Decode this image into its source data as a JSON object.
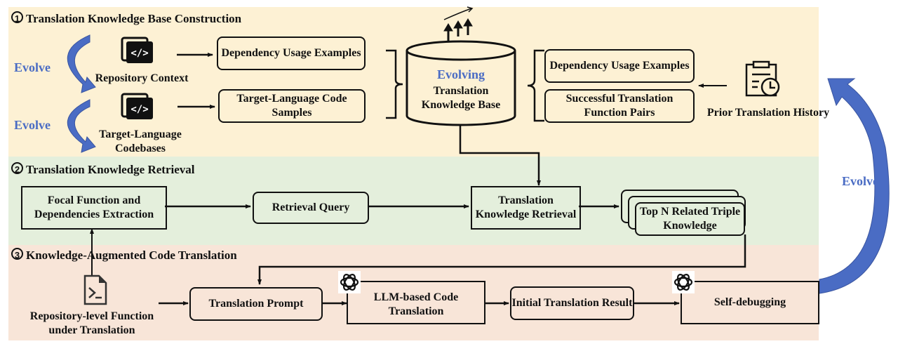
{
  "sections": [
    {
      "number": "1",
      "title": "Translation Knowledge Base Construction",
      "color": "#fdf1d4"
    },
    {
      "number": "2",
      "title": "Translation Knowledge Retrieval",
      "color": "#e4efdc"
    },
    {
      "number": "3",
      "title": "Knowledge-Augmented Code Translation",
      "color": "#f8e5d8"
    }
  ],
  "construction": {
    "evolve_label_1": "Evolve",
    "evolve_label_2": "Evolve",
    "repo_context_label": "Repository Context",
    "target_codebases_label": "Target-Language Codebases",
    "dep_usage_box": "Dependency Usage Examples",
    "target_samples_box": "Target-Language Code Samples",
    "kb_evolving": "Evolving",
    "kb_title": "Translation Knowledge Base",
    "right_dep_usage_box": "Dependency Usage Examples",
    "success_pairs_box": "Successful Translation Function Pairs",
    "history_label": "Prior Translation History"
  },
  "retrieval": {
    "focal_box": "Focal Function and Dependencies Extraction",
    "query_box": "Retrieval Query",
    "knowledge_retrieval_box": "Translation Knowledge Retrieval",
    "top_n_box": "Top N Related Triple Knowledge"
  },
  "translation": {
    "function_label": "Repository-level Function under Translation",
    "prompt_box": "Translation Prompt",
    "llm_box": "LLM-based Code Translation",
    "initial_box": "Initial Translation Result",
    "debug_box": "Self-debugging"
  },
  "loop": {
    "evolve_label": "Evolve"
  },
  "colors": {
    "accent_blue": "#4a6cc4",
    "arrow_blue": "#4a6cc4"
  }
}
